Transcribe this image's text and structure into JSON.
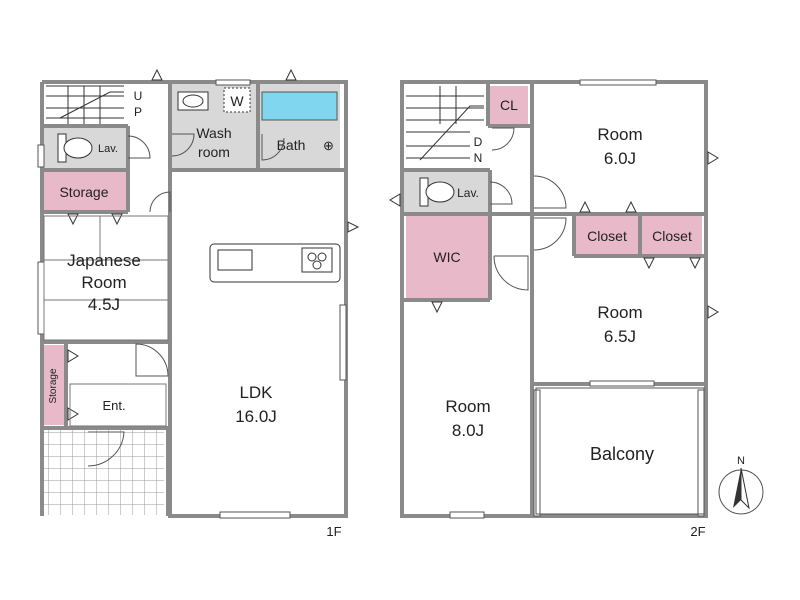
{
  "floor1": {
    "label": "1F",
    "stairs": [
      "U",
      "P"
    ],
    "wash_room": [
      "Wash",
      "room"
    ],
    "washer": "W",
    "bath": "Bath",
    "lav": "Lav.",
    "storage_top": "Storage",
    "japanese_room": [
      "Japanese",
      "Room",
      "4.5J"
    ],
    "storage_side": "Storage",
    "entrance": "Ent.",
    "ldk": [
      "LDK",
      "16.0J"
    ]
  },
  "floor2": {
    "label": "2F",
    "stairs": [
      "D",
      "N"
    ],
    "cl": "CL",
    "lav": "Lav.",
    "wic": "WIC",
    "room_60": [
      "Room",
      "6.0J"
    ],
    "closet_left": "Closet",
    "closet_right": "Closet",
    "room_65": [
      "Room",
      "6.5J"
    ],
    "room_80": [
      "Room",
      "8.0J"
    ],
    "balcony": "Balcony"
  },
  "compass": "N",
  "colors": {
    "wall": "#8a8a8a",
    "storage": "#e7b9c9",
    "wet_area": "#d8d8d8",
    "bath_tub": "#7fd6ee"
  }
}
